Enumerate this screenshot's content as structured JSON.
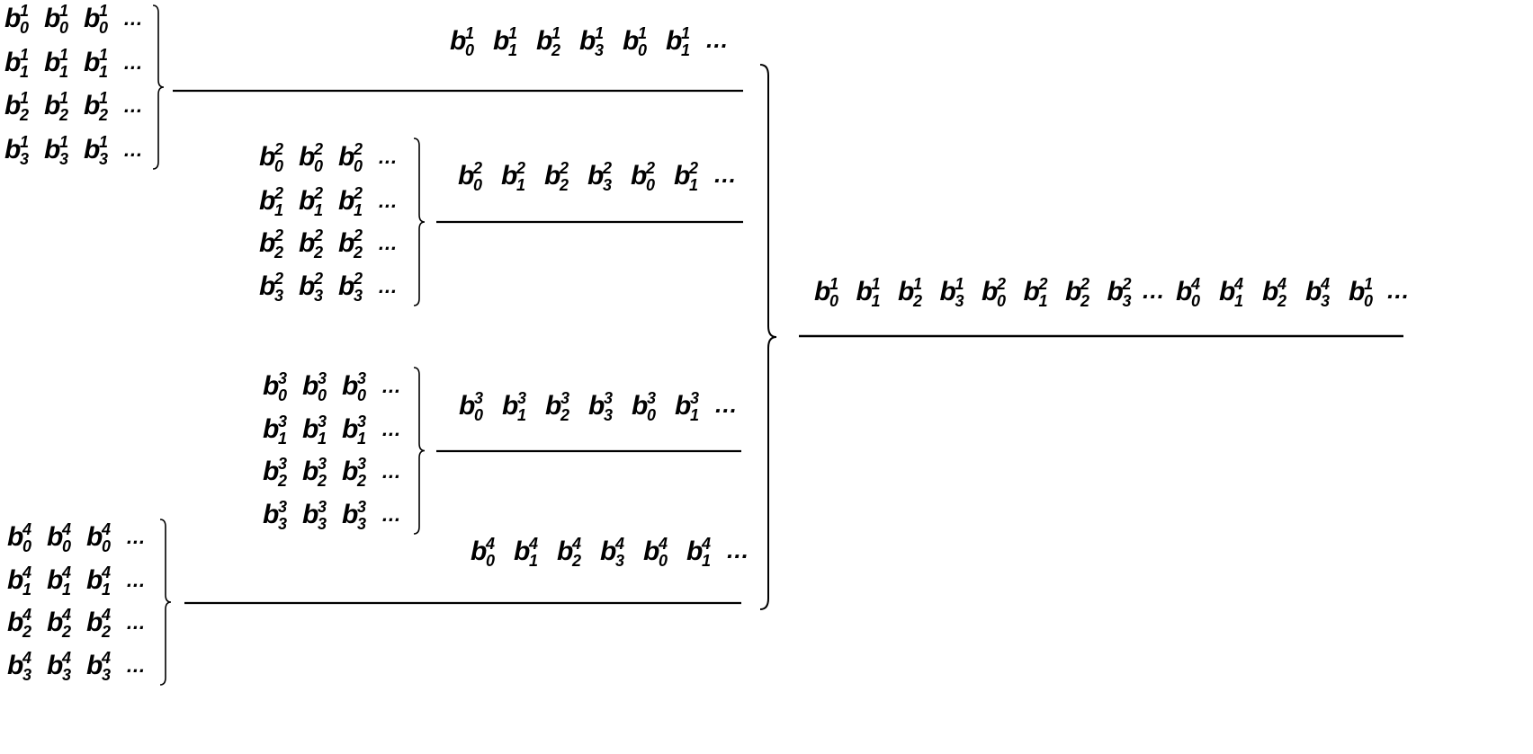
{
  "diagram": {
    "symbol": "b",
    "ellipsis": "…",
    "groups": [
      {
        "id": "g1",
        "rows": [
          {
            "sub": "0",
            "sup": "1"
          },
          {
            "sub": "1",
            "sup": "1"
          },
          {
            "sub": "2",
            "sup": "1"
          },
          {
            "sub": "3",
            "sup": "1"
          }
        ],
        "result": [
          {
            "sub": "0",
            "sup": "1"
          },
          {
            "sub": "1",
            "sup": "1"
          },
          {
            "sub": "2",
            "sup": "1"
          },
          {
            "sub": "3",
            "sup": "1"
          },
          {
            "sub": "0",
            "sup": "1"
          },
          {
            "sub": "1",
            "sup": "1"
          }
        ]
      },
      {
        "id": "g2",
        "rows": [
          {
            "sub": "0",
            "sup": "2"
          },
          {
            "sub": "1",
            "sup": "2"
          },
          {
            "sub": "2",
            "sup": "2"
          },
          {
            "sub": "3",
            "sup": "2"
          }
        ],
        "result": [
          {
            "sub": "0",
            "sup": "2"
          },
          {
            "sub": "1",
            "sup": "2"
          },
          {
            "sub": "2",
            "sup": "2"
          },
          {
            "sub": "3",
            "sup": "2"
          },
          {
            "sub": "0",
            "sup": "2"
          },
          {
            "sub": "1",
            "sup": "2"
          }
        ]
      },
      {
        "id": "g3",
        "rows": [
          {
            "sub": "0",
            "sup": "3"
          },
          {
            "sub": "1",
            "sup": "3"
          },
          {
            "sub": "2",
            "sup": "3"
          },
          {
            "sub": "3",
            "sup": "3"
          }
        ],
        "result": [
          {
            "sub": "0",
            "sup": "3"
          },
          {
            "sub": "1",
            "sup": "3"
          },
          {
            "sub": "2",
            "sup": "3"
          },
          {
            "sub": "3",
            "sup": "3"
          },
          {
            "sub": "0",
            "sup": "3"
          },
          {
            "sub": "1",
            "sup": "3"
          }
        ]
      },
      {
        "id": "g4",
        "rows": [
          {
            "sub": "0",
            "sup": "4"
          },
          {
            "sub": "1",
            "sup": "4"
          },
          {
            "sub": "2",
            "sup": "4"
          },
          {
            "sub": "3",
            "sup": "4"
          }
        ],
        "result": [
          {
            "sub": "0",
            "sup": "4"
          },
          {
            "sub": "1",
            "sup": "4"
          },
          {
            "sub": "2",
            "sup": "4"
          },
          {
            "sub": "3",
            "sup": "4"
          },
          {
            "sub": "0",
            "sup": "4"
          },
          {
            "sub": "1",
            "sup": "4"
          }
        ]
      }
    ],
    "final": {
      "head": [
        {
          "sub": "0",
          "sup": "1"
        },
        {
          "sub": "1",
          "sup": "1"
        },
        {
          "sub": "2",
          "sup": "1"
        },
        {
          "sub": "3",
          "sup": "1"
        },
        {
          "sub": "0",
          "sup": "2"
        },
        {
          "sub": "1",
          "sup": "2"
        },
        {
          "sub": "2",
          "sup": "2"
        },
        {
          "sub": "3",
          "sup": "2"
        }
      ],
      "tail": [
        {
          "sub": "0",
          "sup": "4"
        },
        {
          "sub": "1",
          "sup": "4"
        },
        {
          "sub": "2",
          "sup": "4"
        },
        {
          "sub": "3",
          "sup": "4"
        },
        {
          "sub": "0",
          "sup": "1"
        }
      ]
    }
  }
}
